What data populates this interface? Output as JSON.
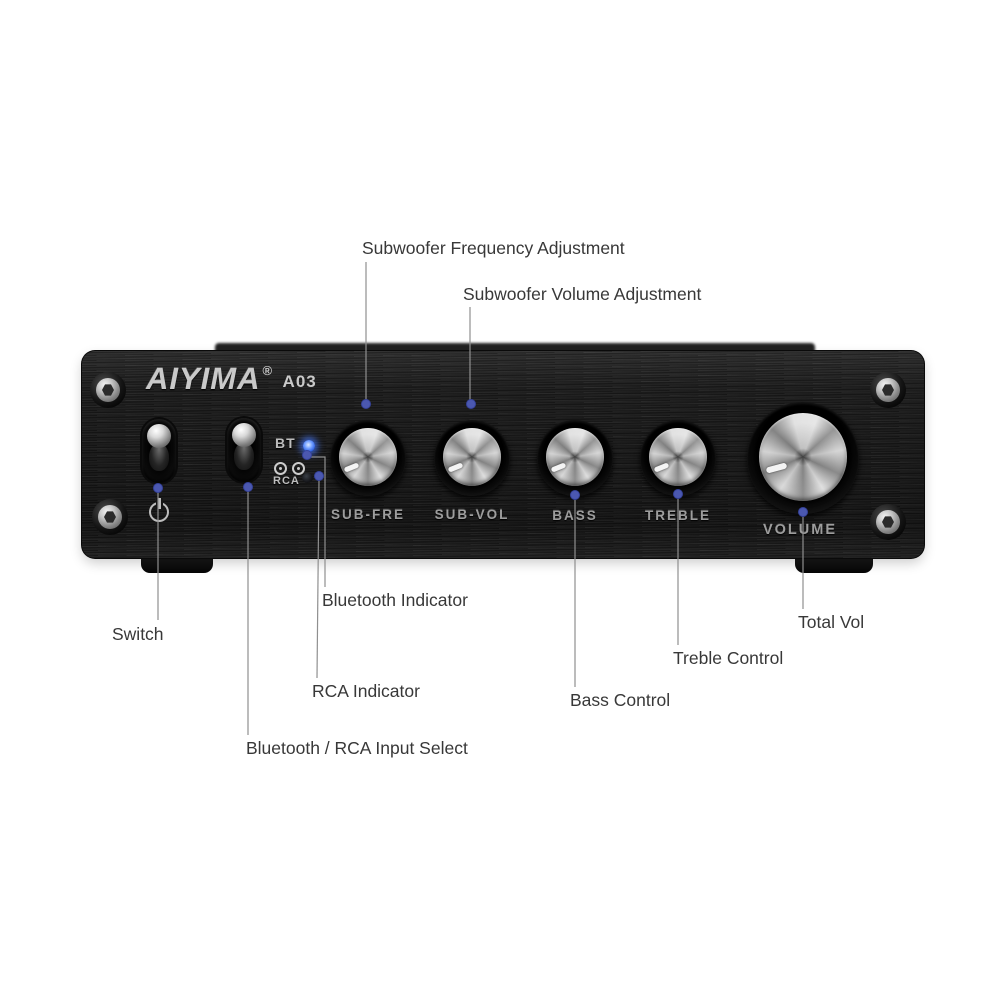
{
  "figure": {
    "type": "annotated-product-diagram",
    "background": "#ffffff"
  },
  "device": {
    "brand": "AIYIMA",
    "reg_mark": "®",
    "model": "A03",
    "bt_label": "BT",
    "rca_label": "RCA",
    "knobs": [
      {
        "label": "SUB-FRE"
      },
      {
        "label": "SUB-VOL"
      },
      {
        "label": "BASS"
      },
      {
        "label": "TREBLE"
      },
      {
        "label": "VOLUME"
      }
    ],
    "icons": {
      "power": "circle-with-vertical-line (standby symbol)",
      "bluetooth_led": "glowing-blue-dot",
      "rca_led": "unlit-dark-dot",
      "rca_jacks": "two-circled-dots",
      "screw": "hex-socket-screw-head",
      "toggle": "chrome-toggle-lever"
    },
    "colors": {
      "panel": "#171717",
      "silver_text": "#bdbdbd",
      "led_blue": "#3f6fe8"
    }
  },
  "annotations": {
    "line_color": "#8f8f8f",
    "dot_color": "#4b58b0",
    "text_color": "#383838",
    "items": [
      {
        "id": "sub_fre",
        "text": "Subwoofer Frequency Adjustment"
      },
      {
        "id": "sub_vol",
        "text": "Subwoofer Volume Adjustment"
      },
      {
        "id": "switch",
        "text": "Switch"
      },
      {
        "id": "bluetooth_indicator",
        "text": "Bluetooth Indicator"
      },
      {
        "id": "rca_indicator",
        "text": "RCA Indicator"
      },
      {
        "id": "input_select",
        "text": "Bluetooth / RCA Input Select"
      },
      {
        "id": "bass",
        "text": "Bass Control"
      },
      {
        "id": "treble",
        "text": "Treble Control"
      },
      {
        "id": "total_vol",
        "text": "Total Vol"
      }
    ]
  }
}
